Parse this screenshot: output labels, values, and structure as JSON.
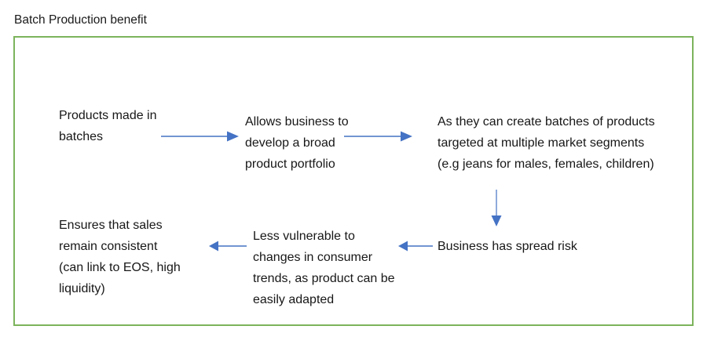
{
  "document": {
    "title": "Batch Production benefit"
  },
  "colors": {
    "frame_border": "#7CB35C",
    "arrow": "#4472C4",
    "text": "#171717",
    "background": "#FFFFFF"
  },
  "diagram": {
    "nodes": [
      {
        "id": "products-made-in-batches",
        "text": "Products made in\nbatches"
      },
      {
        "id": "broad-product-portfolio",
        "text": "Allows business to\ndevelop a broad\nproduct portfolio"
      },
      {
        "id": "batches-market-segments",
        "text": "As they can create batches of products\ntargeted at multiple market segments\n(e.g jeans for males, females, children)"
      },
      {
        "id": "business-has-spread-risk",
        "text": "Business has spread risk"
      },
      {
        "id": "less-vulnerable-to-changes",
        "text": "Less vulnerable to\nchanges in consumer\ntrends, as product can be\neasily adapted"
      },
      {
        "id": "ensures-sales-remain-consistent",
        "text": "Ensures that sales\nremain consistent\n(can link to EOS, high\nliquidity)"
      }
    ],
    "connectors": [
      {
        "id": "arrow-products-to-portfolio",
        "direction": "right"
      },
      {
        "id": "arrow-portfolio-to-segments",
        "direction": "right"
      },
      {
        "id": "arrow-segments-to-spread-risk",
        "direction": "down"
      },
      {
        "id": "arrow-spread-risk-to-less-vulnerable",
        "direction": "left"
      },
      {
        "id": "arrow-less-vulnerable-to-ensures-sales",
        "direction": "left"
      }
    ]
  }
}
